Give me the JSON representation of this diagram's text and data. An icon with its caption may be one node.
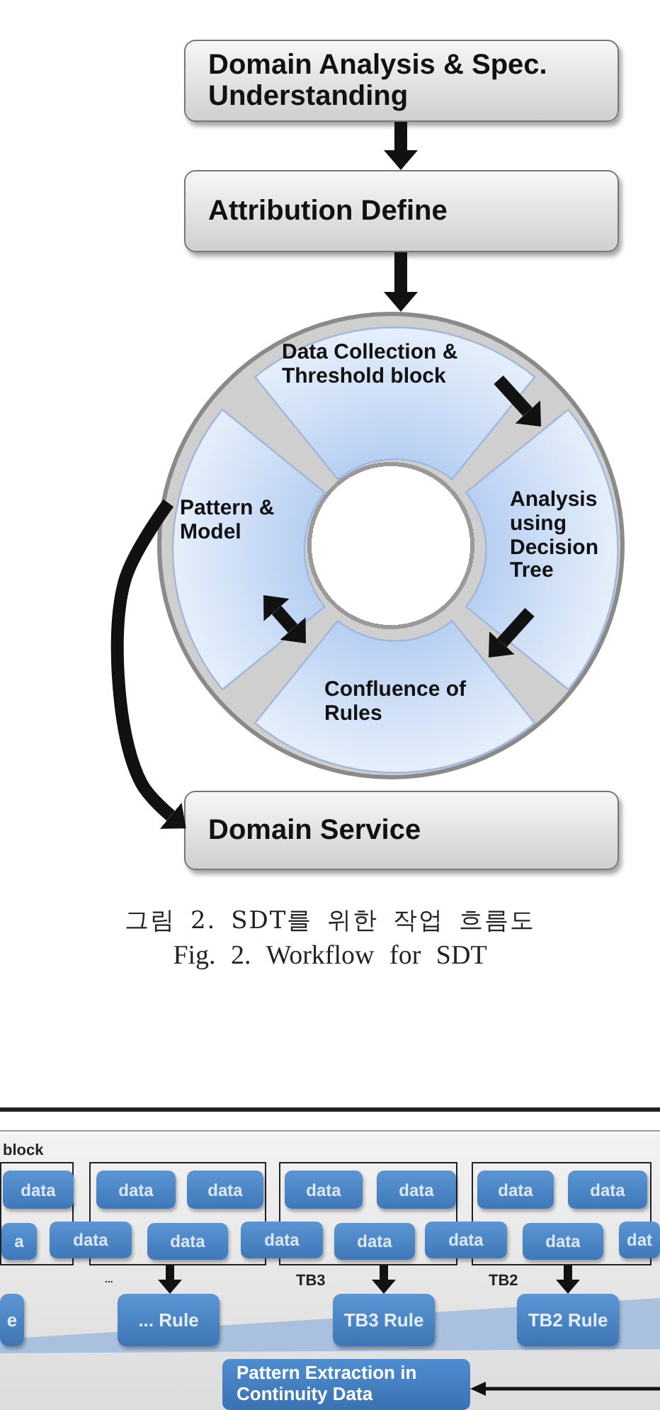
{
  "diagram": {
    "caption": "그림 2. SDT를 위한 작업 흐름도",
    "nodes": [
      {
        "text": [
          "Domain Analysis & Spec. Understanding"
        ]
      },
      {
        "text": [
          "Attribution Define"
        ]
      },
      {
        "text": [],
        "shape": "circle"
      },
      {
        "text": [
          "Data Collection & Threshold block"
        ],
        "in": 2
      },
      {
        "text": [
          "Pattern & Model"
        ],
        "in": 2
      },
      {
        "text": [
          "Analysis using Decision Tree"
        ],
        "in": 2
      },
      {
        "text": [
          "Confluence of Rules"
        ],
        "in": 2
      },
      {
        "text": [
          "Domain Service"
        ]
      },
      {
        "text": [],
        "shape": "box",
        "beside": [
          "block"
        ]
      },
      {
        "text": [],
        "shape": "box"
      },
      {
        "text": [],
        "shape": "box"
      },
      {
        "text": [],
        "shape": "box"
      },
      {
        "text": [
          "data"
        ],
        "in": 8
      },
      {
        "text": [
          "data"
        ],
        "in": 9
      },
      {
        "text": [
          "data"
        ],
        "in": 9
      },
      {
        "text": [
          "data"
        ],
        "in": 10
      },
      {
        "text": [
          "data"
        ],
        "in": 10
      },
      {
        "text": [
          "data"
        ],
        "in": 11
      },
      {
        "text": [
          "data"
        ],
        "in": 11
      },
      {
        "text": [
          "a"
        ],
        "in": 8
      },
      {
        "text": [
          "data"
        ]
      },
      {
        "text": [
          "data"
        ],
        "in": 9
      },
      {
        "text": [
          "data"
        ]
      },
      {
        "text": [
          "data"
        ],
        "in": 10
      },
      {
        "text": [
          "data"
        ]
      },
      {
        "text": [
          "data"
        ],
        "in": 11
      },
      {
        "text": [
          "dat"
        ]
      },
      {
        "text": [
          "e"
        ]
      },
      {
        "text": [
          "... Rule"
        ]
      },
      {
        "text": [
          "TB3 Rule"
        ]
      },
      {
        "text": [
          "TB2 Rule"
        ]
      },
      {
        "text": [
          "Pattern Extraction in Continuity Data"
        ]
      }
    ],
    "edges": [
      {
        "from": 0,
        "to": 1,
        "arrow": "to"
      },
      {
        "from": 1,
        "to": 2,
        "arrow": "to"
      },
      {
        "from": 3,
        "to": 5,
        "arrow": "to"
      },
      {
        "from": 5,
        "to": 6,
        "arrow": "to"
      },
      {
        "from": 4,
        "to": 6,
        "arrow": "both"
      },
      {
        "from": 4,
        "to": 7,
        "arrow": "to"
      },
      {
        "from": 9,
        "to": 28,
        "arrow": "to"
      },
      {
        "from": 10,
        "to": 29,
        "arrow": "to"
      },
      {
        "from": 11,
        "to": 30,
        "arrow": "to"
      },
      {
        "from": null,
        "to": 31,
        "arrow": "to"
      }
    ],
    "labels": [
      "Fig. 2. Workflow for SDT",
      "...",
      "TB3",
      "TB2"
    ]
  }
}
